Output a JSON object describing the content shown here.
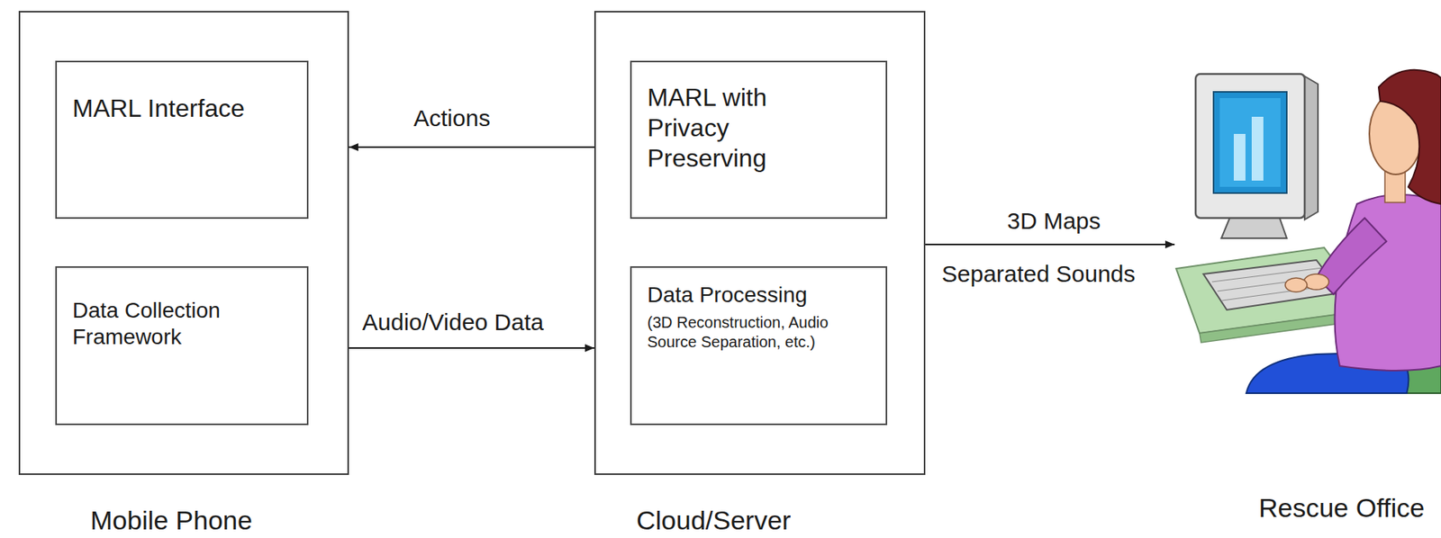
{
  "diagram": {
    "nodes": [
      {
        "text": [
          "Mobile Phone"
        ]
      },
      {
        "text": [
          "MARL Interface"
        ],
        "in": 0
      },
      {
        "text": [
          "Data Collection Framework"
        ],
        "in": 0
      },
      {
        "text": [
          "Cloud/Server"
        ]
      },
      {
        "text": [
          "MARL with Privacy Preserving"
        ],
        "in": 3
      },
      {
        "text": [
          "Data Processing",
          "(3D Reconstruction, Audio Source Separation, etc.)"
        ],
        "in": 3
      },
      {
        "text": [
          "Rescue Office"
        ]
      }
    ],
    "edges": [
      {
        "from": 3,
        "to": 0,
        "label": "Actions",
        "arrow": "to"
      },
      {
        "from": 0,
        "to": 3,
        "label": "Audio/Video Data",
        "arrow": "to"
      },
      {
        "from": 3,
        "to": 6,
        "label": "3D Maps",
        "arrow": "to"
      }
    ],
    "labels": [
      "Separated Sounds"
    ]
  }
}
